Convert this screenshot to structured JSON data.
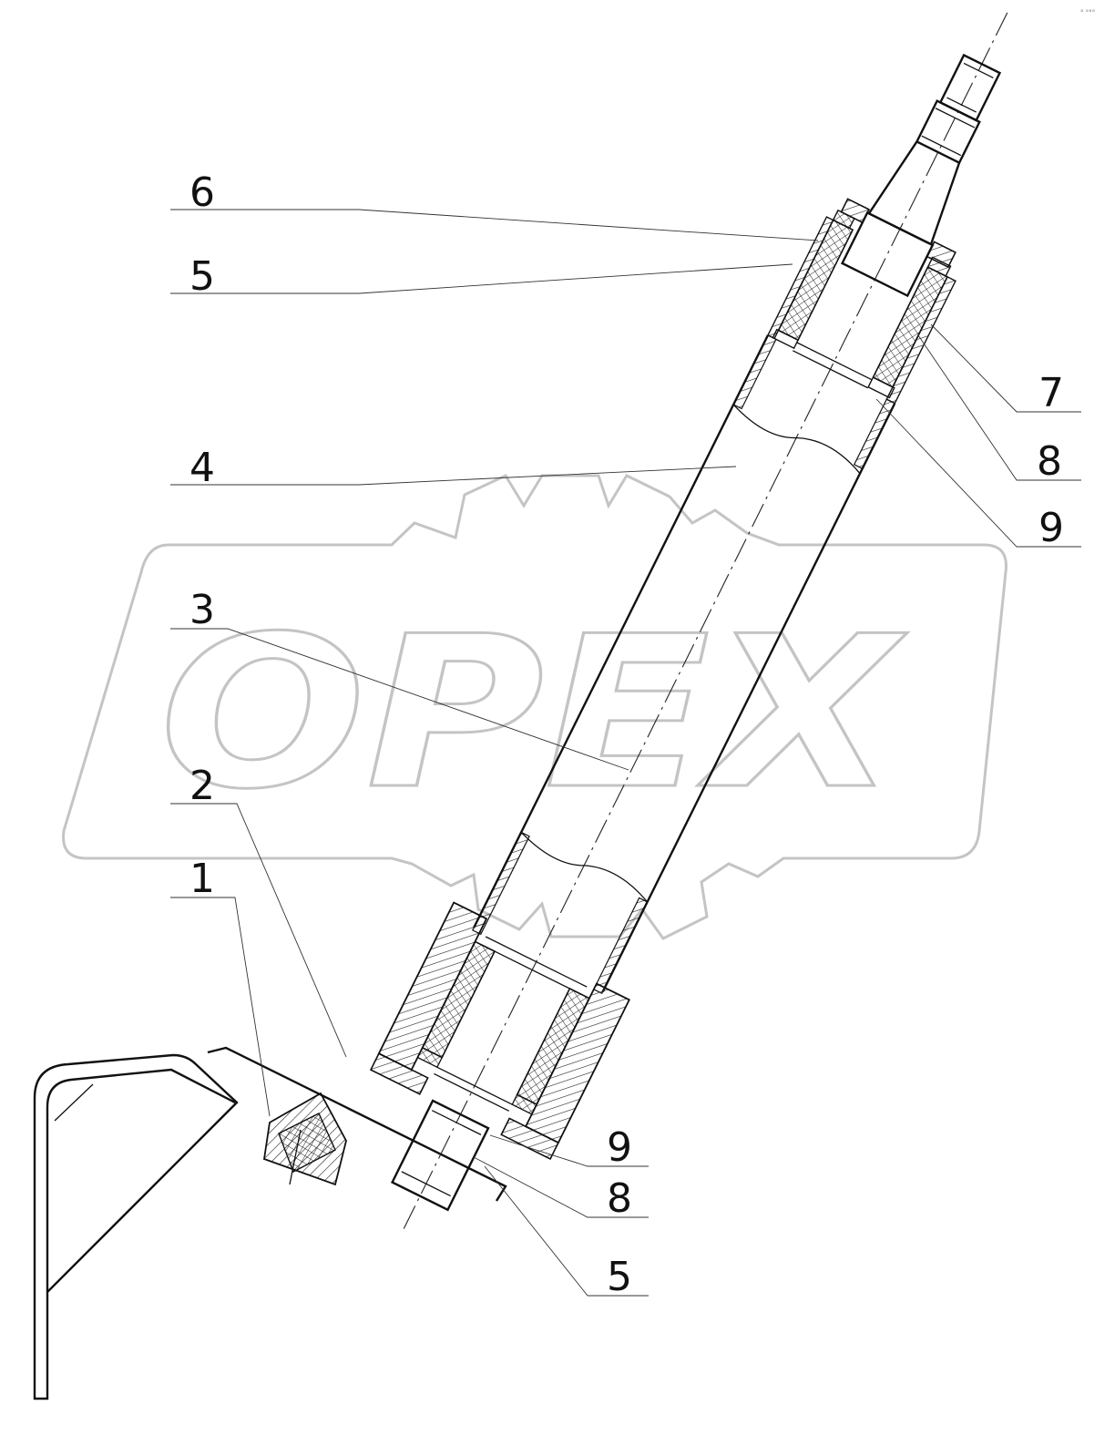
{
  "corner_mark": "° °°°",
  "watermark": {
    "text": "OPEX",
    "color": "#c4c4c4"
  },
  "callouts": [
    {
      "id": "upper-6",
      "label": "6"
    },
    {
      "id": "upper-5",
      "label": "5"
    },
    {
      "id": "upper-4",
      "label": "4"
    },
    {
      "id": "upper-3",
      "label": "3"
    },
    {
      "id": "upper-2",
      "label": "2"
    },
    {
      "id": "upper-1",
      "label": "1"
    },
    {
      "id": "right-7",
      "label": "7"
    },
    {
      "id": "right-8",
      "label": "8"
    },
    {
      "id": "right-9",
      "label": "9"
    },
    {
      "id": "lower-9",
      "label": "9"
    },
    {
      "id": "lower-8",
      "label": "8"
    },
    {
      "id": "lower-5",
      "label": "5"
    }
  ]
}
